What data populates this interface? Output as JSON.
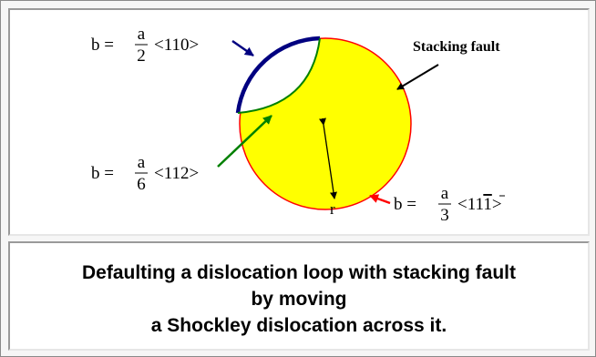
{
  "diagram": {
    "burgers_top": {
      "prefix": "b = ",
      "num": "a",
      "den": "2",
      "dir": "<110>"
    },
    "burgers_mid": {
      "prefix": "b = ",
      "num": "a",
      "den": "6",
      "dir": "<112>"
    },
    "burgers_bottom": {
      "prefix": "b = ",
      "num": "a",
      "den": "3",
      "dir_pre": "<11",
      "dir_bar": "1",
      "dir_post": ">"
    },
    "stacking_fault_label": "Stacking fault",
    "radius_label": "r",
    "colors": {
      "fault_fill": "#ffff00",
      "loop_outline": "#ff0000",
      "perfect_dislocation": "#000080",
      "shockley_partial": "#008000",
      "arrow_red": "#ff0000",
      "arrow_green": "#008000",
      "arrow_navy": "#000080"
    }
  },
  "caption": {
    "line1": "Defaulting a dislocation loop with stacking fault",
    "line2": "by moving",
    "line3": "a Shockley dislocation across it."
  }
}
